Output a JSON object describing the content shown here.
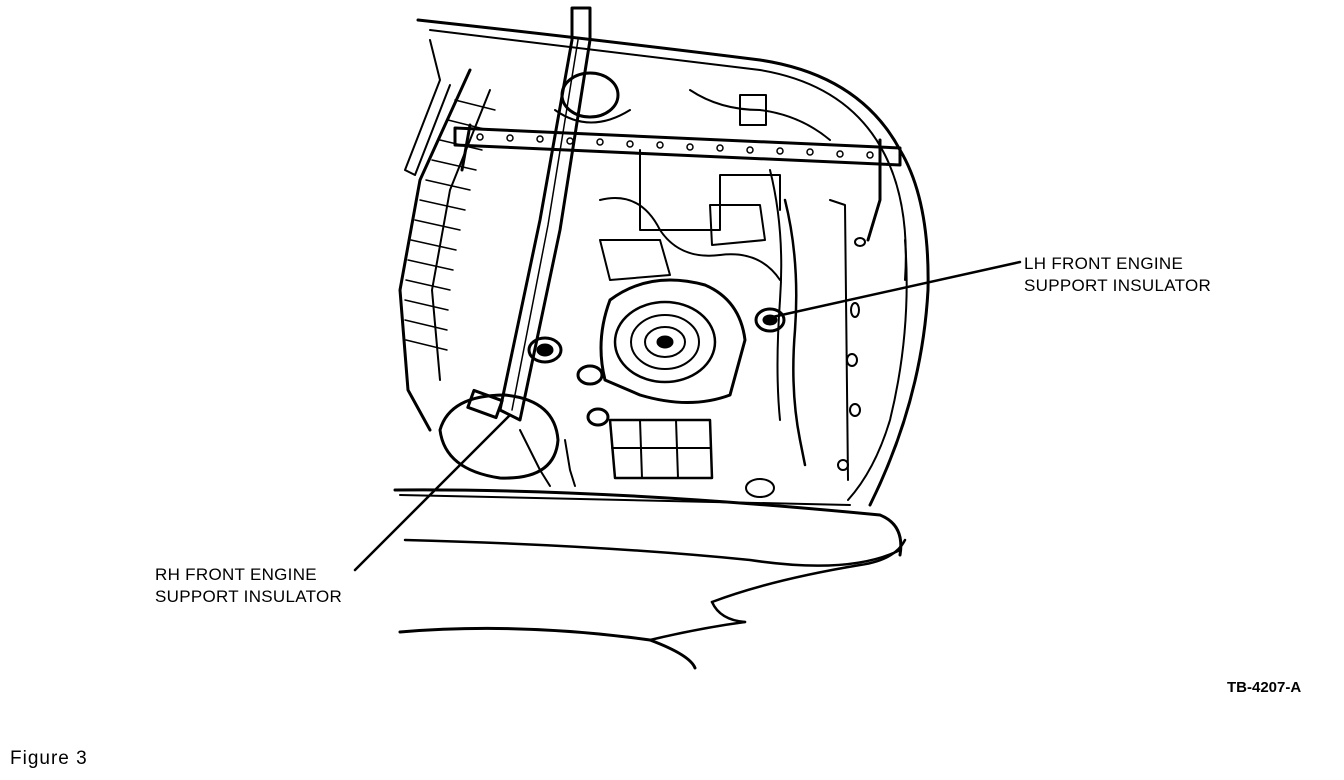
{
  "labels": {
    "lh_line1": "LH FRONT ENGINE",
    "lh_line2": "SUPPORT INSULATOR",
    "rh_line1": "RH FRONT ENGINE",
    "rh_line2": "SUPPORT INSULATOR"
  },
  "reference_code": "TB-4207-A",
  "caption": "Figure 3"
}
